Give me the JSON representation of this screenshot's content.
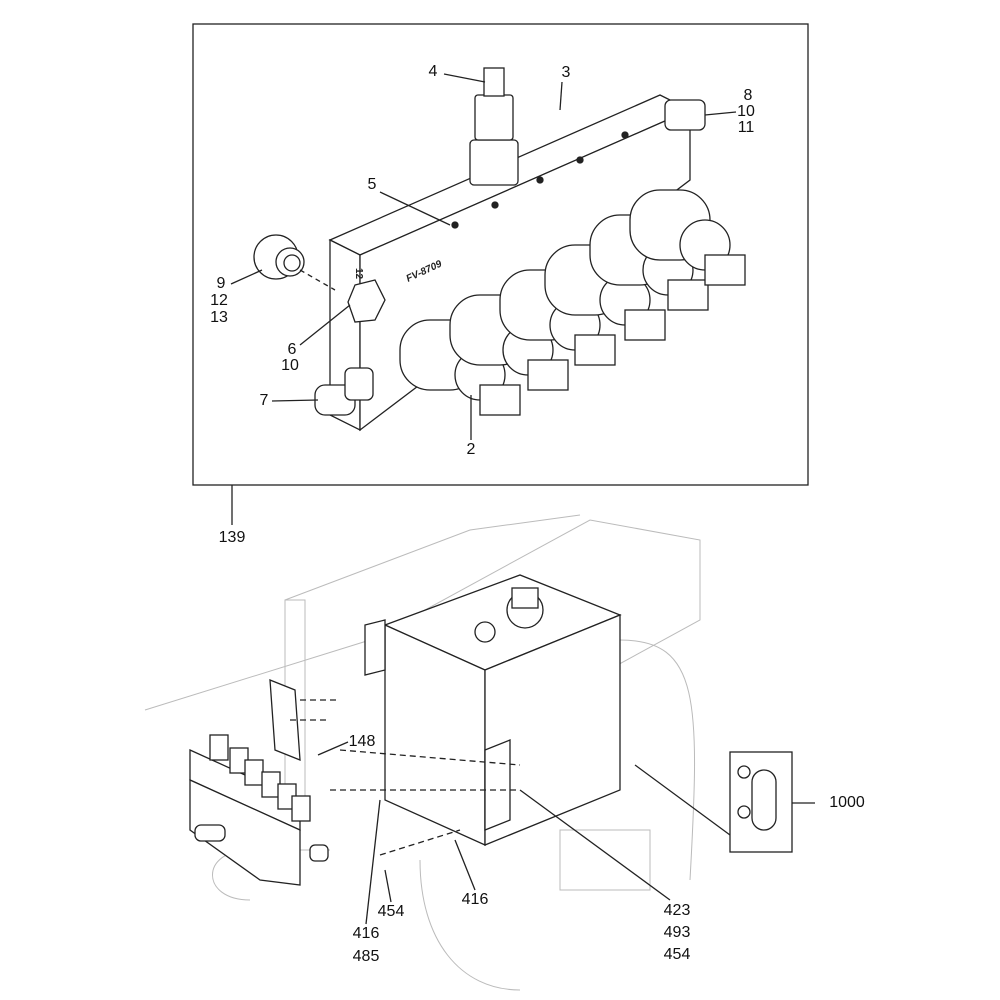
{
  "detail_view": {
    "callouts": {
      "part_4": "4",
      "part_3": "3",
      "part_8": "8",
      "part_10a": "10",
      "part_11": "11",
      "part_5": "5",
      "part_9": "9",
      "part_12": "12",
      "part_13": "13",
      "part_6": "6",
      "part_10b": "10",
      "part_7": "7",
      "part_2": "2"
    },
    "block_marking": "FV-8709",
    "port_marking": "12",
    "assembly_ref": "139"
  },
  "assembly_view": {
    "callouts": {
      "part_148": "148",
      "part_1000": "1000",
      "part_416a": "416",
      "part_454a": "454",
      "part_416b": "416",
      "part_485": "485",
      "part_423": "423",
      "part_493": "493",
      "part_454b": "454"
    }
  }
}
